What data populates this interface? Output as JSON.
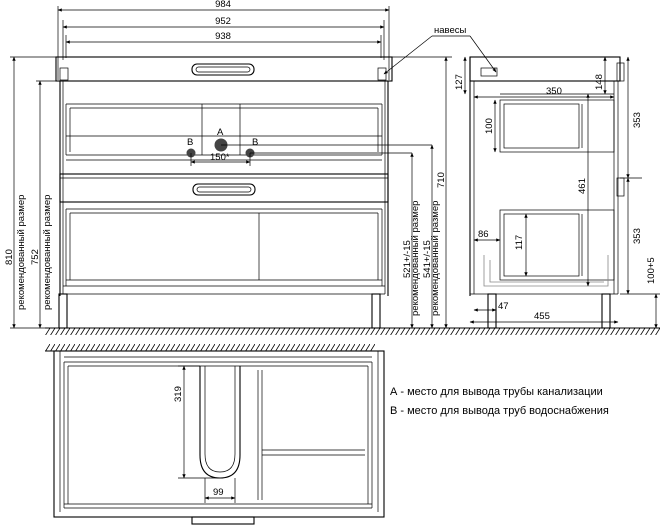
{
  "front_view": {
    "width_overall": "984",
    "width_body": "952",
    "width_inner": "938",
    "height_total": "810",
    "height_body": "752",
    "height_left_label_1": "рекомендованный размер",
    "height_left_label_2": "рекомендованный размер",
    "drain_point": "A",
    "water_point_left": "B",
    "water_point_right": "B",
    "water_spacing": "150*",
    "dim_521": "521+/-15",
    "dim_541": "541+/-15",
    "dim_710": "710",
    "right_label_1": "рекомендованный размер",
    "right_label_2": "рекомендованный размер"
  },
  "side_view": {
    "hinges_label": "навесы",
    "dim_127": "127",
    "dim_350": "350",
    "dim_148": "148",
    "dim_100": "100",
    "dim_353_top": "353",
    "dim_461": "461",
    "dim_86": "86",
    "dim_117": "117",
    "dim_353_bottom": "353",
    "dim_100_5": "100+5",
    "dim_47": "47",
    "dim_455": "455"
  },
  "plan_view": {
    "dim_319": "319",
    "dim_99": "99"
  },
  "legend": {
    "line_a": "А - место для вывода трубы канализации",
    "line_b": "В - место для вывода труб водоснабжения"
  },
  "colors": {
    "line": "#000000",
    "hatch": "#000000",
    "point": "#444444"
  }
}
